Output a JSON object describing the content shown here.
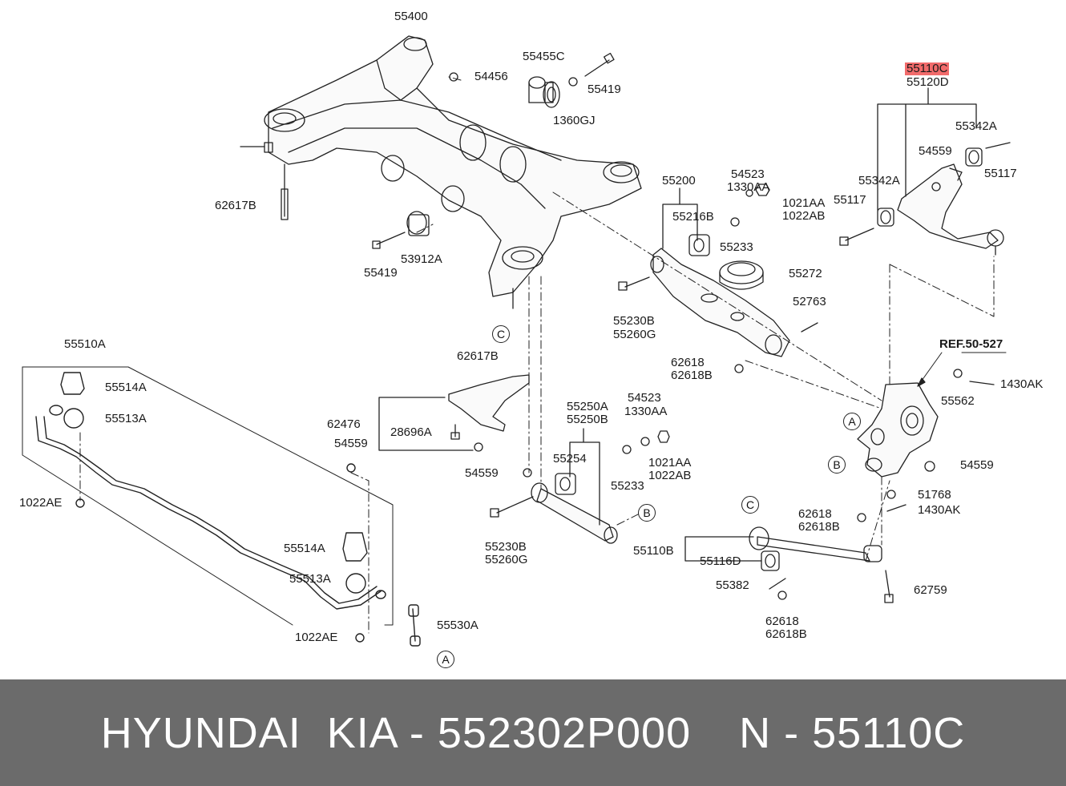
{
  "diagram": {
    "labels": {
      "p55400": "55400",
      "p54456": "54456",
      "p55455C": "55455C",
      "p55419a": "55419",
      "p1360GJ": "1360GJ",
      "p55110C": "55110C",
      "p55120D": "55120D",
      "p55342Aa": "55342A",
      "p54559a": "54559",
      "p55117a": "55117",
      "p55342Ab": "55342A",
      "p55117b": "55117",
      "p62617Ba": "62617B",
      "p53912A": "53912A",
      "p55419b": "55419",
      "p55200": "55200",
      "p54523a": "54523",
      "p1330AAa": "1330AA",
      "p1021AAa": "1021AA",
      "p1022ABa": "1022AB",
      "p55216B": "55216B",
      "p55233a": "55233",
      "p55272": "55272",
      "p55230Ba": "55230B",
      "p55260Ga": "55260G",
      "p52763": "52763",
      "p62618a": "62618",
      "p62618Ba": "62618B",
      "pREF": "REF.50-527",
      "p1430AKa": "1430AK",
      "p55562": "55562",
      "p54559b": "54559",
      "p51768": "51768",
      "p1430AKb": "1430AK",
      "p55510A": "55510A",
      "p55514Aa": "55514A",
      "p55513Aa": "55513A",
      "p62617Bb": "62617B",
      "p62476": "62476",
      "p28696A": "28696A",
      "p54559c": "54559",
      "p54559d": "54559",
      "p55250A": "55250A",
      "p55250B": "55250B",
      "p54523b": "54523",
      "p1330AAb": "1330AA",
      "p55254": "55254",
      "p1021AAb": "1021AA",
      "p1022ABb": "1022AB",
      "p55233b": "55233",
      "p1022AEa": "1022AE",
      "p55230Bb": "55230B",
      "p55260Gb": "55260G",
      "p62618b": "62618",
      "p62618Bb": "62618B",
      "p55110B": "55110B",
      "p55116D": "55116D",
      "p55382": "55382",
      "p62759": "62759",
      "p62618c": "62618",
      "p62618Bc": "62618B",
      "p55514Ab": "55514A",
      "p55513Ab": "55513A",
      "p55530A": "55530A",
      "p1022AEb": "1022AE"
    },
    "circles": {
      "c1": "C",
      "c2": "A",
      "c3": "B",
      "c4": "B",
      "c5": "C",
      "c6": "A"
    },
    "highlight_color": "#f26b6b"
  },
  "banner": {
    "brand": "HYUNDAI  KIA - 552302P000",
    "part": "N - 55110C",
    "background": "#6b6b6b"
  }
}
